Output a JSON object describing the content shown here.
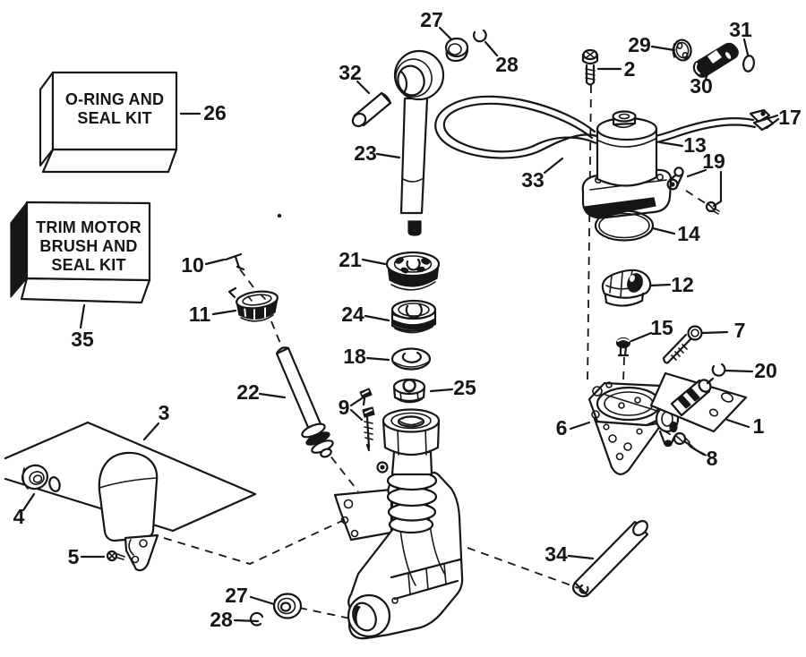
{
  "diagram": {
    "type": "exploded-parts-diagram",
    "subject": "power trim/tilt hydraulic assembly",
    "ink_color": "#161616",
    "paper_color": "#ffffff"
  },
  "kit_boxes": {
    "oring_seal_kit": {
      "line1": "O-RING AND",
      "line2": "SEAL KIT",
      "callout": "26"
    },
    "trim_motor_kit": {
      "line1": "TRIM MOTOR",
      "line2": "BRUSH AND",
      "line3": "SEAL KIT",
      "callout": "35"
    }
  },
  "callouts": {
    "n1": "1",
    "n2": "2",
    "n3": "3",
    "n4": "4",
    "n5": "5",
    "n6": "6",
    "n7": "7",
    "n8": "8",
    "n9": "9",
    "n10": "10",
    "n11": "11",
    "n12": "12",
    "n13": "13",
    "n14": "14",
    "n15": "15",
    "n17": "17",
    "n18": "18",
    "n19": "19",
    "n20": "20",
    "n21": "21",
    "n22": "22",
    "n23": "23",
    "n24": "24",
    "n25": "25",
    "n26": "26",
    "n27": "27",
    "n28": "28",
    "n29": "29",
    "n30": "30",
    "n31": "31",
    "n32": "32",
    "n33": "33",
    "n34": "34",
    "n35": "35"
  }
}
